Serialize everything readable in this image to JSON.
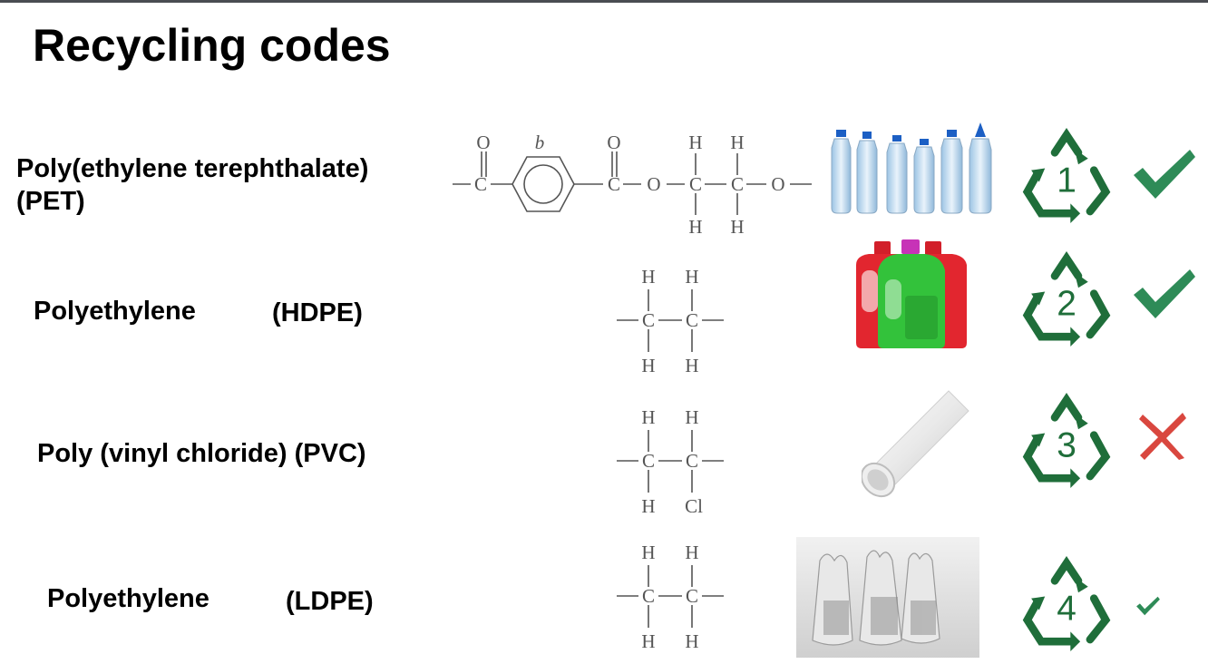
{
  "title": "Recycling codes",
  "accent_green": "#2e8b57",
  "cross_red": "#d9473f",
  "rows": [
    {
      "name": "Poly(ethylene terephthalate)",
      "abbr": "(PET)",
      "code": "1",
      "picture": "plastic-bottles",
      "mark": "check"
    },
    {
      "name": "Polyethylene",
      "abbr": "(HDPE)",
      "code": "2",
      "picture": "detergent-jugs",
      "mark": "check"
    },
    {
      "name": "Poly (vinyl chloride) (PVC)",
      "code": "3",
      "picture": "pvc-pipe",
      "mark": "cross"
    },
    {
      "name": "Polyethylene",
      "abbr": "(LDPE)",
      "code": "4",
      "picture": "plastic-bags",
      "mark": "check-small"
    }
  ],
  "structures": {
    "pet": {
      "O": "O",
      "b": "b",
      "C": "C",
      "H": "H"
    },
    "ethylene": {
      "H": "H",
      "C": "C"
    },
    "vinyl": {
      "H": "H",
      "C": "C",
      "Cl": "Cl"
    }
  }
}
